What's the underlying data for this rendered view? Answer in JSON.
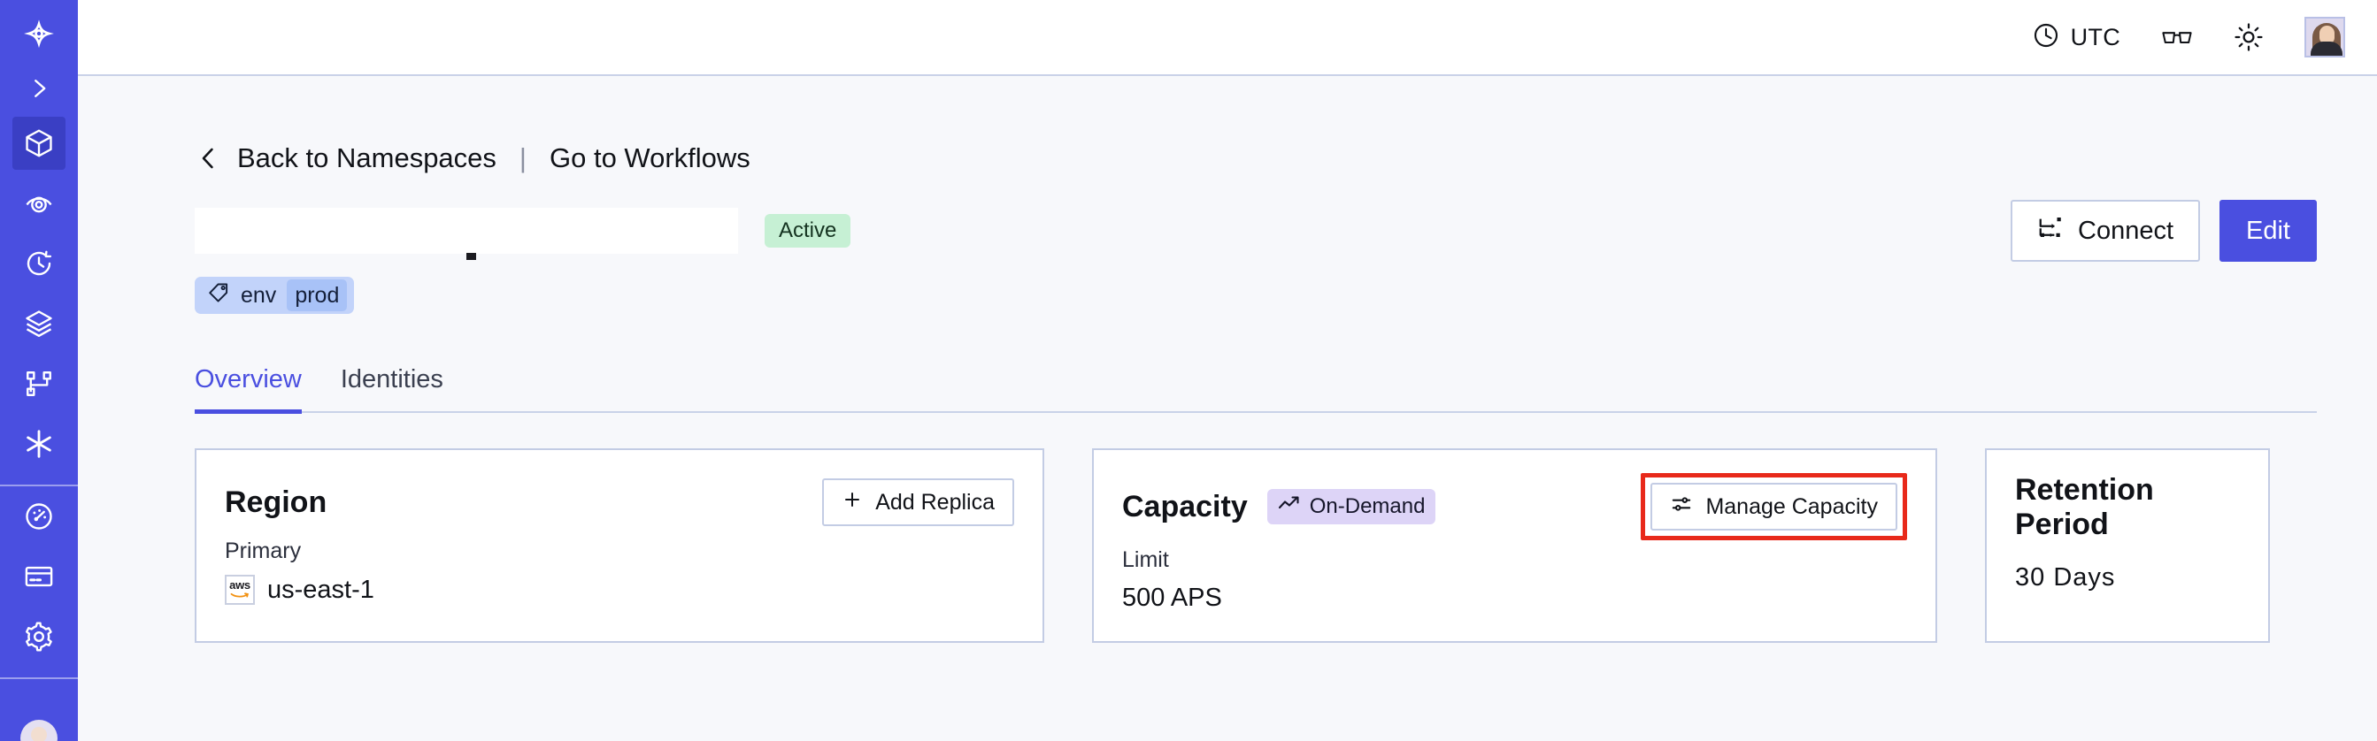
{
  "sidebar": {
    "brand_color": "#4a4fe0",
    "active_color": "#3a3fc4",
    "items": [
      {
        "name": "logo-icon",
        "label": "Logo"
      },
      {
        "name": "chevron-right-icon",
        "label": "Expand sidebar"
      },
      {
        "name": "namespaces-cube-icon",
        "label": "Namespaces"
      },
      {
        "name": "observability-eye-icon",
        "label": "Observability"
      },
      {
        "name": "history-clock-icon",
        "label": "History"
      },
      {
        "name": "layers-stack-icon",
        "label": "Layers"
      },
      {
        "name": "workflows-branch-icon",
        "label": "Workflows"
      },
      {
        "name": "asterisk-icon",
        "label": "Integrations"
      },
      {
        "name": "usage-gauge-icon",
        "label": "Usage"
      },
      {
        "name": "billing-card-icon",
        "label": "Billing"
      },
      {
        "name": "settings-gear-icon",
        "label": "Settings"
      }
    ]
  },
  "topbar": {
    "timezone_label": "UTC",
    "clock_icon": "clock-icon",
    "glasses_icon": "glasses-icon",
    "theme_icon": "sun-icon",
    "avatar_label": "User avatar"
  },
  "breadcrumb": {
    "back_icon": "chevron-left-icon",
    "back_label": "Back to Namespaces",
    "separator": "|",
    "forward_label": "Go to Workflows"
  },
  "header": {
    "namespace_title": "",
    "status_badge": "Active",
    "status_color": "#c6f0d4",
    "connect_label": "Connect",
    "connect_icon": "connect-nodes-icon",
    "edit_label": "Edit",
    "edit_color": "#4a4fe0"
  },
  "tags": [
    {
      "icon": "tag-icon",
      "key": "env",
      "value": "prod"
    }
  ],
  "tabs": [
    {
      "label": "Overview",
      "active": true
    },
    {
      "label": "Identities",
      "active": false
    }
  ],
  "cards": {
    "region": {
      "title": "Region",
      "action_label": "Add Replica",
      "action_icon": "plus-icon",
      "sub_label": "Primary",
      "provider_icon": "aws-logo-icon",
      "provider_text_top": "aws",
      "value": "us-east-1"
    },
    "capacity": {
      "title": "Capacity",
      "pill_label": "On-Demand",
      "pill_icon": "trending-up-icon",
      "pill_color": "#ddd4f7",
      "action_label": "Manage Capacity",
      "action_icon": "sliders-icon",
      "action_highlight_color": "#e8291a",
      "sub_label": "Limit",
      "value": "500 APS"
    },
    "retention": {
      "title": "Retention Period",
      "value": "30 Days"
    }
  }
}
